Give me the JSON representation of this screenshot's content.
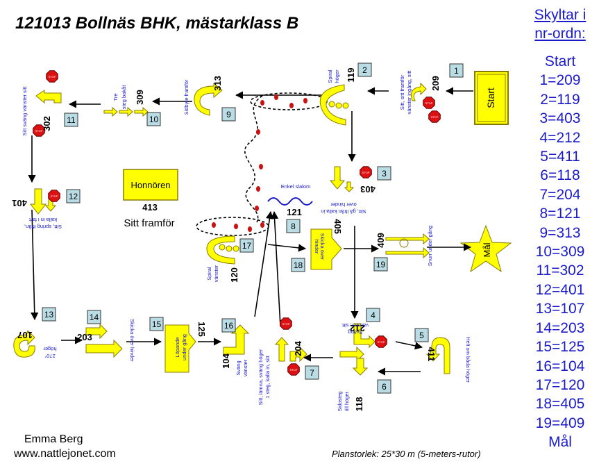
{
  "title": "121013 Bollnäs BHK, mästarklass B",
  "legend": {
    "heading_line1": "Skyltar i",
    "heading_line2": "nr-ordn:",
    "items": [
      "Start",
      "1=209",
      "2=119",
      "3=403",
      "4=212",
      "5=411",
      "6=118",
      "7=204",
      "8=121",
      "9=313",
      "10=309",
      "11=302",
      "12=401",
      "13=107",
      "14=203",
      "15=125",
      "16=104",
      "17=120",
      "18=405",
      "19=409",
      "Mål"
    ]
  },
  "author": "Emma Berg",
  "website": "www.nattlejonet.com",
  "plan_size": "Planstorlek: 25*30 m (5-meters-rutor)",
  "honnoren": {
    "label": "Honnören",
    "number": "413",
    "subtitle": "Sitt framför"
  },
  "start_label": "Start",
  "goal_label": "Mål",
  "stations": [
    {
      "id": "1",
      "number": "209",
      "caption_1": "Sitt, sitt framför",
      "caption_2": "vänster ingång, sitt"
    },
    {
      "id": "2",
      "number": "119",
      "caption_1": "Spiral",
      "caption_2": "höger"
    },
    {
      "id": "3",
      "number": "403",
      "caption_1": "Sitt, gå ifrån kalla in",
      "caption_2": "över hinder"
    },
    {
      "id": "4",
      "number": "212",
      "caption_1": "Sväng",
      "caption_2": "vänster, sitt"
    },
    {
      "id": "5",
      "number": "411",
      "caption_1": "Helt om båda höger",
      "caption_2": ""
    },
    {
      "id": "6",
      "number": "118",
      "caption_1": "Sidosteg",
      "caption_2": "till höger"
    },
    {
      "id": "7",
      "number": "204",
      "caption_1": "Sitt, lämna, sväng höger",
      "caption_2": "1 steg, kalla in, sitt"
    },
    {
      "id": "8",
      "number": "121",
      "caption_1": "Enkel slalom",
      "caption_2": ""
    },
    {
      "id": "9",
      "number": "313",
      "caption_1": "Sidbyte framför",
      "caption_2": ""
    },
    {
      "id": "10",
      "number": "309",
      "caption_1": "Tre",
      "caption_2": "steg bakåt"
    },
    {
      "id": "11",
      "number": "302",
      "caption_1": "Sitt sväng vänster sitt",
      "caption_2": ""
    },
    {
      "id": "12",
      "number": "401",
      "caption_1": "Sitt, spring ifrån,",
      "caption_2": "kalla in i fart"
    },
    {
      "id": "13",
      "number": "107",
      "caption_1": "270°",
      "caption_2": "höger"
    },
    {
      "id": "14",
      "number": "203",
      "caption_1": "Skicka över hinder",
      "caption_2": ""
    },
    {
      "id": "15",
      "number": "125",
      "caption_1": "Löpande",
      "caption_2": "under gång"
    },
    {
      "id": "16",
      "number": "104",
      "caption_1": "Sväng",
      "caption_2": "vänster"
    },
    {
      "id": "17",
      "number": "120",
      "caption_1": "Spiral",
      "caption_2": "vänster"
    },
    {
      "id": "18",
      "number": "405",
      "caption_1": "Skicka över",
      "caption_2": "hinder"
    },
    {
      "id": "19",
      "number": "409",
      "caption_1": "Snurr under gång",
      "caption_2": ""
    }
  ],
  "stop_label": "STOP",
  "colors": {
    "sign_yellow": "#FFFF00",
    "sign_border": "#8a7a00",
    "stop_red": "#DD1111",
    "badge_fill": "#B9DCE5",
    "legend_text": "#1a1acc",
    "cone_red": "#cc1111"
  }
}
